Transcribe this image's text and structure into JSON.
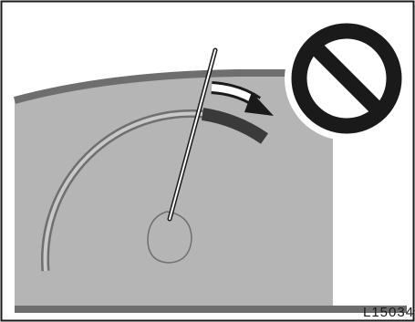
{
  "figure": {
    "code_label": "L15034",
    "subject": "tachometer-needle-in-red-zone",
    "warning_symbol": "prohibition-sign"
  },
  "colors": {
    "panel_fill": "#b5b5b5",
    "panel_top_band": "#6e6e6e",
    "gauge_arc": "#6f6f6f",
    "red_zone": "#3a3a3a",
    "needle": "#1a1a1a",
    "background": "#ffffff",
    "border": "#1a1a1a"
  }
}
